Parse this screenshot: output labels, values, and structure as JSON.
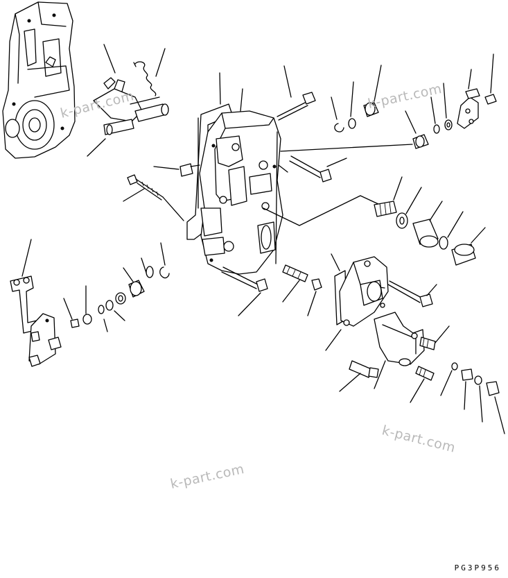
{
  "diagram": {
    "drawing_code": "PG3P956",
    "watermarks": [
      "k-part.com",
      "k-part.com",
      "k-part.com",
      "k-part.com"
    ]
  },
  "colors": {
    "line": "#000000",
    "watermark": "#b9b9b9",
    "background": "#ffffff"
  }
}
